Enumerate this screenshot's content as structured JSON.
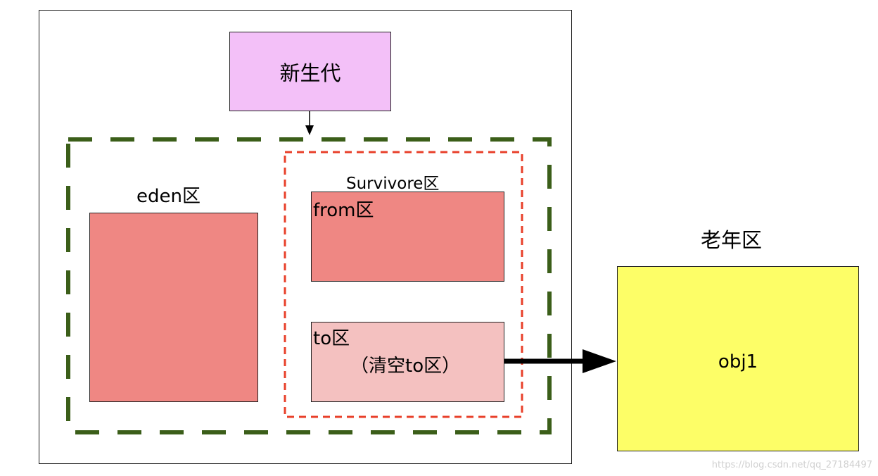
{
  "young_gen": {
    "label": "新生代"
  },
  "eden": {
    "label": "eden区"
  },
  "survivor": {
    "label": "Survivore区",
    "from": {
      "label": "from区"
    },
    "to": {
      "label": "to区",
      "note": "（清空to区）"
    }
  },
  "old_gen": {
    "label": "老年区",
    "object": "obj1"
  },
  "watermark": "https://blog.csdn.net/qq_27184497",
  "colors": {
    "young_gen_fill": "#f3c0f8",
    "eden_fill": "#ef8783",
    "from_fill": "#ef8783",
    "to_fill": "#f4c1c0",
    "old_gen_fill": "#fdfe67",
    "young_gen_border": "#3b5e19",
    "survivor_border": "#e8402a"
  }
}
